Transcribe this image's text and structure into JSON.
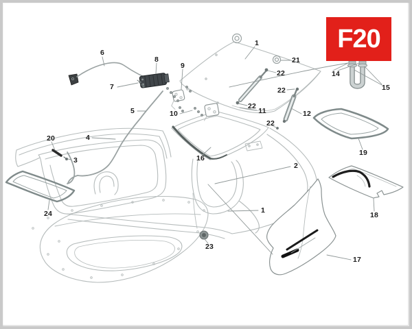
{
  "page": {
    "type": "exploded-parts-diagram",
    "figure_code": "F20"
  },
  "badge": {
    "label": "F20",
    "background": "#e2201a",
    "text_color": "#ffffff"
  },
  "diagram": {
    "line_color": "#b5bbbb",
    "leader_color": "#8f9797",
    "dark_accent": "#3c4042",
    "stripe_color": "#1a1a1a",
    "parts_shown": [
      "1",
      "2",
      "3",
      "4",
      "5",
      "6",
      "7",
      "8",
      "9",
      "10",
      "11",
      "12",
      "14",
      "15",
      "16",
      "17",
      "18",
      "19",
      "20",
      "21",
      "22",
      "23",
      "24"
    ],
    "callouts": [
      {
        "part": "6"
      },
      {
        "part": "8"
      },
      {
        "part": "9"
      },
      {
        "part": "1"
      },
      {
        "part": "21"
      },
      {
        "part": "22"
      },
      {
        "part": "14"
      },
      {
        "part": "15"
      },
      {
        "part": "7"
      },
      {
        "part": "22"
      },
      {
        "part": "5"
      },
      {
        "part": "10"
      },
      {
        "part": "22"
      },
      {
        "part": "11"
      },
      {
        "part": "12"
      },
      {
        "part": "22"
      },
      {
        "part": "20"
      },
      {
        "part": "4"
      },
      {
        "part": "3"
      },
      {
        "part": "16"
      },
      {
        "part": "2"
      },
      {
        "part": "19"
      },
      {
        "part": "24"
      },
      {
        "part": "18"
      },
      {
        "part": "17"
      },
      {
        "part": "1"
      },
      {
        "part": "23"
      }
    ]
  }
}
